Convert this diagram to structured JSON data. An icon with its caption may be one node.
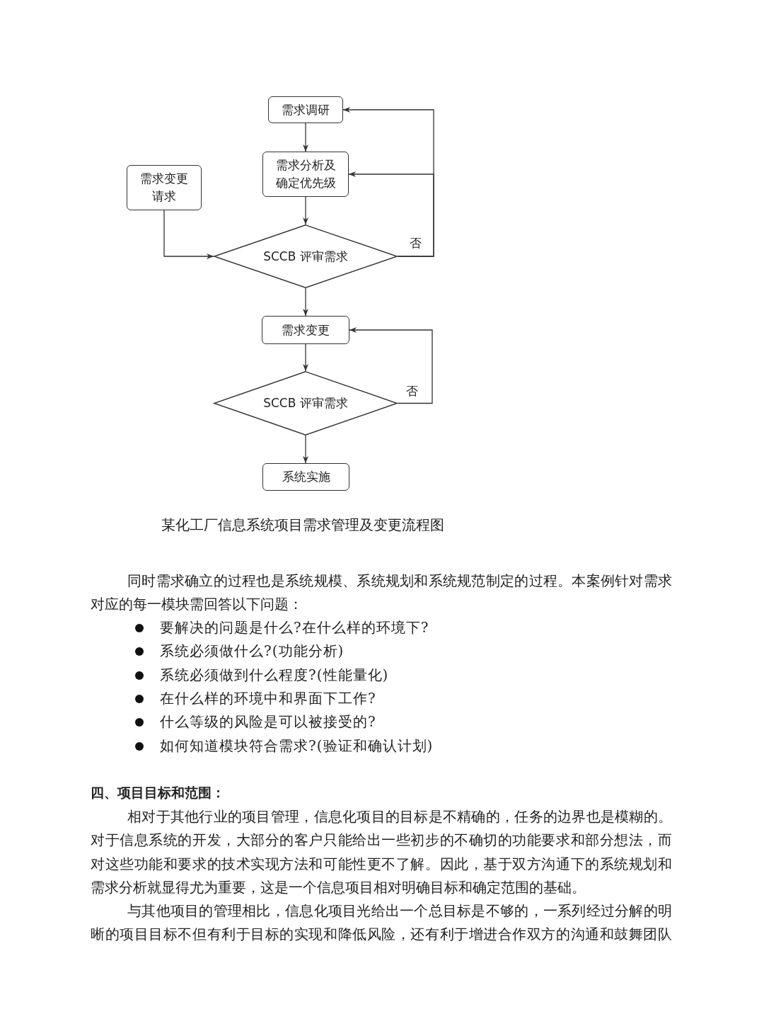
{
  "diagram": {
    "caption": "某化工厂信息系统项目需求管理及变更流程图",
    "nodes": [
      {
        "text": [
          "需求调研"
        ]
      },
      {
        "text": [
          "需求分析及确定优先级"
        ]
      },
      {
        "text": [
          "需求变更请求"
        ]
      },
      {
        "text": [
          "SCCB 评审需求"
        ]
      },
      {
        "text": [
          "需求变更"
        ]
      },
      {
        "text": [
          "SCCB 评审需求"
        ]
      },
      {
        "text": [
          "系统实施"
        ]
      }
    ],
    "edges": [
      {
        "from": 0,
        "to": 1,
        "arrow": "to"
      },
      {
        "from": 1,
        "to": 3,
        "arrow": "to"
      },
      {
        "from": 2,
        "to": 3,
        "arrow": "to"
      },
      {
        "from": 3,
        "to": 0,
        "arrow": "to",
        "label": "否"
      },
      {
        "from": 3,
        "to": 1,
        "arrow": "to"
      },
      {
        "from": 3,
        "to": 4,
        "arrow": "to"
      },
      {
        "from": 4,
        "to": 5,
        "arrow": "to"
      },
      {
        "from": 5,
        "to": 4,
        "arrow": "to",
        "label": "否"
      },
      {
        "from": 5,
        "to": 6,
        "arrow": "to"
      }
    ],
    "labels": [
      "同时需求确立的过程也是系统规模、系统规划和系统规范制定的过程。本案例针对需求对应的每一模块需回答以下问题：",
      "要解决的问题是什么?在什么样的环境下?",
      "系统必须做什么?(功能分析)",
      "系统必须做到什么程度?(性能量化)",
      "在什么样的环境中和界面下工作?",
      "什么等级的风险是可以被接受的?",
      "如何知道模块符合需求?(验证和确认计划)",
      "四、项目目标和范围：",
      "相对于其他行业的项目管理，信息化项目的目标是不精确的，任务的边界也是模糊的。对于信息系统的开发，大部分的客户只能给出一些初步的不确切的功能要求和部分想法，而对这些功能和要求的技术实现方法和可能性更不了解。因此，基于双方沟通下的系统规划和需求分析就显得尤为重要，这是一个信息项目相对明确目标和确定范围的基础。",
      "与其他项目的管理相比，信息化项目光给出一个总目标是不够的，一系列经过分解的明晰的项目目标不但有利于目标的实现和降低风险，还有利于增进合作双方的沟通和鼓舞团队"
    ]
  }
}
